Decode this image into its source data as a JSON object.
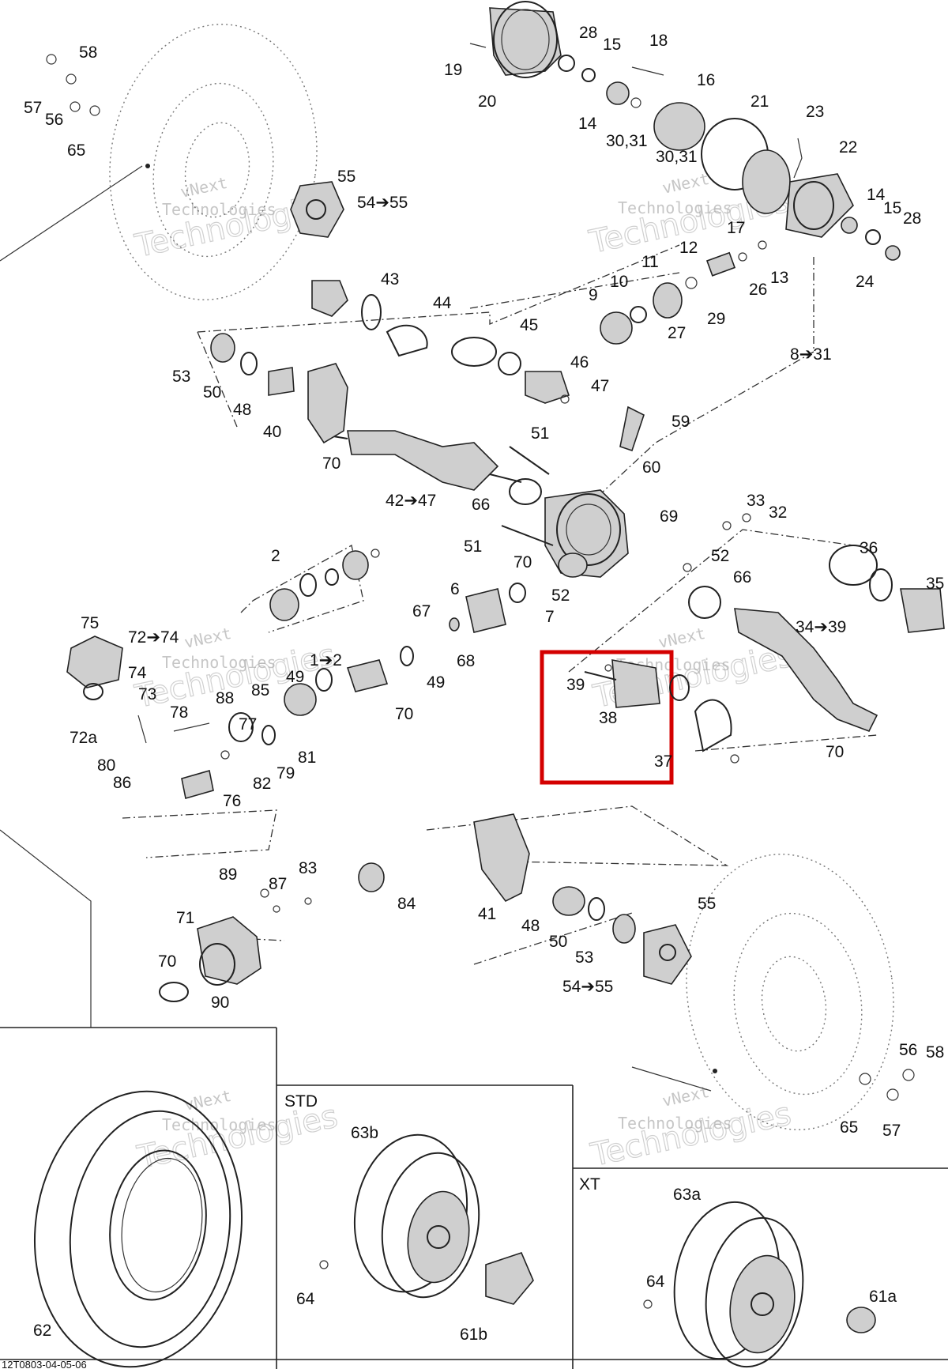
{
  "drawing_ref": "12T0803-04-05-06",
  "watermark": {
    "line1": "vNext",
    "line2": "Technologies",
    "big": "Technologies"
  },
  "section_labels": {
    "std": "STD",
    "xt": "XT"
  },
  "part_labels": {
    "p58a": "58",
    "p57a": "57",
    "p56a": "56",
    "p65a": "65",
    "p19": "19",
    "p20": "20",
    "p28a": "28",
    "p15a": "15",
    "p18": "18",
    "p16": "16",
    "p14a": "14",
    "p3031a": "30,31",
    "p21": "21",
    "p3031b": "30,31",
    "p23": "23",
    "p22": "22",
    "p14b": "14",
    "p15b": "15",
    "p28b": "28",
    "p17": "17",
    "p55a": "55",
    "p54_55a": "54➔55",
    "p43": "43",
    "p44": "44",
    "p45": "45",
    "p46": "46",
    "p47": "47",
    "p12": "12",
    "p11": "11",
    "p10": "10",
    "p9": "9",
    "p27": "27",
    "p29": "29",
    "p26": "26",
    "p13": "13",
    "p24": "24",
    "p8_31": "8➔31",
    "p53a": "53",
    "p50a": "50",
    "p48a": "48",
    "p40": "40",
    "p70a": "70",
    "p42_47": "42➔47",
    "p51a": "51",
    "p59": "59",
    "p60": "60",
    "p66a": "66",
    "p69": "69",
    "p33": "33",
    "p32": "32",
    "p36": "36",
    "p35": "35",
    "p2": "2",
    "p51b": "51",
    "p70b": "70",
    "p52a": "52",
    "p66b": "66",
    "p52b": "52",
    "p6": "6",
    "p67": "67",
    "p7": "7",
    "p68": "68",
    "p34_39": "34➔39",
    "p75": "75",
    "p72_74": "72➔74",
    "p74": "74",
    "p73": "73",
    "p72a": "72a",
    "p49a": "49",
    "p1_2": "1➔2",
    "p49b": "49",
    "p88": "88",
    "p85": "85",
    "p70c": "70",
    "p78": "78",
    "p77": "77",
    "p80": "80",
    "p86": "86",
    "p81": "81",
    "p82": "82",
    "p79": "79",
    "p76": "76",
    "p39": "39",
    "p38": "38",
    "p37": "37",
    "p70d": "70",
    "p89": "89",
    "p87": "87",
    "p83": "83",
    "p84": "84",
    "p71": "71",
    "p70e": "70",
    "p90": "90",
    "p41": "41",
    "p48b": "48",
    "p50b": "50",
    "p53b": "53",
    "p55b": "55",
    "p54_55b": "54➔55",
    "p56b": "56",
    "p58b": "58",
    "p65b": "65",
    "p57b": "57",
    "p62": "62",
    "p63b": "63b",
    "p64a": "64",
    "p61b": "61b",
    "p63a": "63a",
    "p64b": "64",
    "p61a": "61a"
  },
  "highlight": {
    "color": "#d40000",
    "contains": [
      "39",
      "38",
      "37"
    ]
  }
}
